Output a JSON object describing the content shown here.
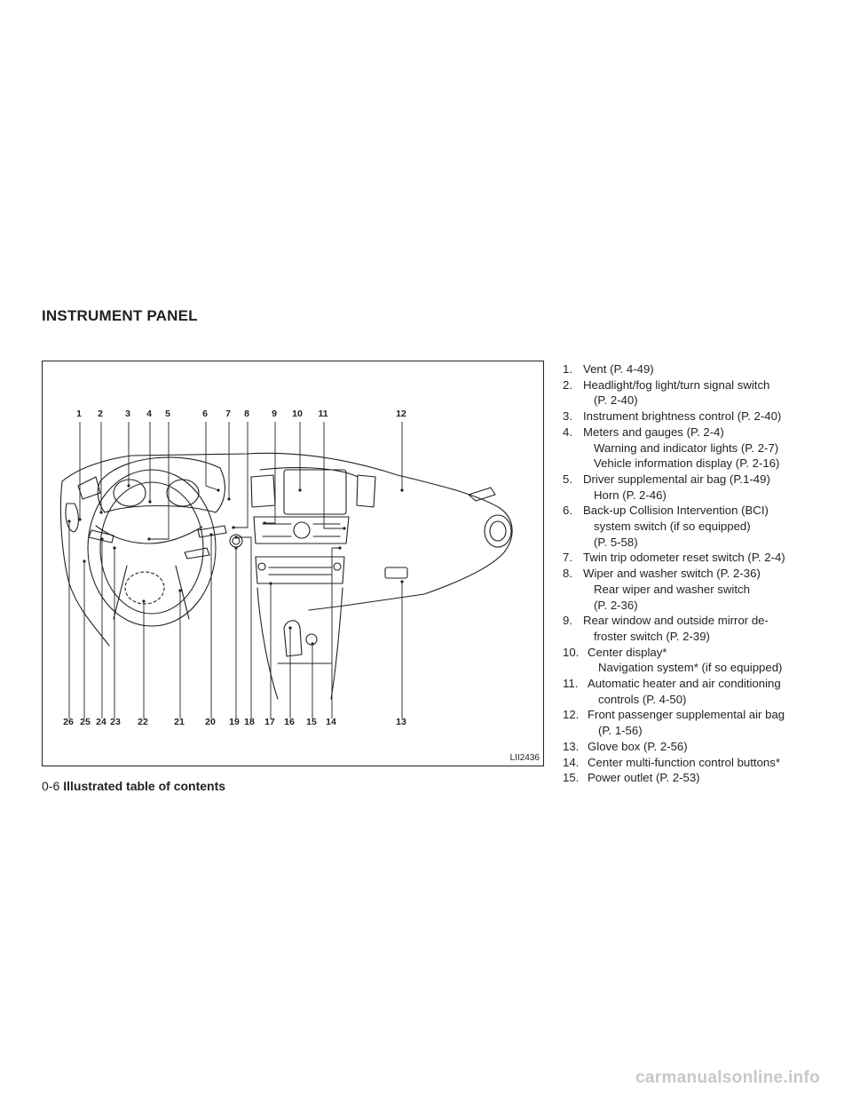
{
  "section_title": "INSTRUMENT PANEL",
  "figure": {
    "id": "LII2436",
    "top_numbers": [
      "1",
      "2",
      "3",
      "4",
      "5",
      "6",
      "7",
      "8",
      "9",
      "10",
      "11",
      "12"
    ],
    "bottom_numbers": [
      "26",
      "25",
      "24",
      "23",
      "22",
      "21",
      "20",
      "19",
      "18",
      "17",
      "16",
      "15",
      "14",
      "13"
    ]
  },
  "items": [
    {
      "n": "1.",
      "lines": [
        "Vent (P. 4-49)"
      ]
    },
    {
      "n": "2.",
      "lines": [
        "Headlight/fog light/turn signal switch",
        "(P. 2-40)"
      ]
    },
    {
      "n": "3.",
      "lines": [
        "Instrument brightness control (P. 2-40)"
      ]
    },
    {
      "n": "4.",
      "lines": [
        "Meters and gauges (P. 2-4)",
        "Warning and indicator lights (P. 2-7)",
        "Vehicle information display (P. 2-16)"
      ]
    },
    {
      "n": "5.",
      "lines": [
        "Driver supplemental air bag (P.1-49)",
        "Horn (P. 2-46)"
      ]
    },
    {
      "n": "6.",
      "lines": [
        "Back-up Collision Intervention (BCI)",
        "system switch (if so equipped)",
        "(P. 5-58)"
      ]
    },
    {
      "n": "7.",
      "lines": [
        "Twin trip odometer reset switch (P. 2-4)"
      ]
    },
    {
      "n": "8.",
      "lines": [
        "Wiper and washer switch (P. 2-36)",
        "Rear wiper and washer switch",
        "(P. 2-36)"
      ]
    },
    {
      "n": "9.",
      "lines": [
        "Rear window and outside mirror de-",
        "froster switch (P. 2-39)"
      ]
    },
    {
      "n": "10.",
      "lines": [
        "Center display*",
        "Navigation system* (if so equipped)"
      ]
    },
    {
      "n": "11.",
      "lines": [
        "Automatic heater and air conditioning",
        "controls (P. 4-50)"
      ]
    },
    {
      "n": "12.",
      "lines": [
        "Front passenger supplemental air bag",
        "(P. 1-56)"
      ]
    },
    {
      "n": "13.",
      "lines": [
        "Glove box (P. 2-56)"
      ]
    },
    {
      "n": "14.",
      "lines": [
        "Center multi-function control buttons*"
      ]
    },
    {
      "n": "15.",
      "lines": [
        "Power outlet (P. 2-53)"
      ]
    }
  ],
  "footer": {
    "page": "0-6",
    "title": "Illustrated table of contents"
  },
  "watermark": "carmanualsonline.info"
}
